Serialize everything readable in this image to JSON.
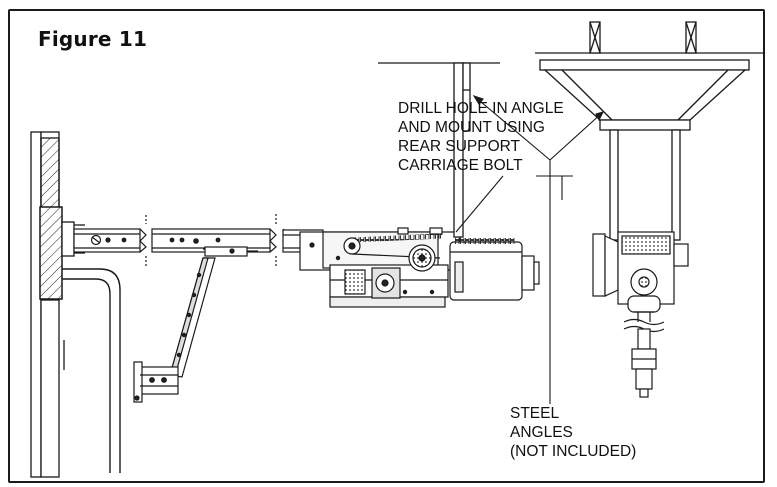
{
  "figure": {
    "title": "Figure 11"
  },
  "callouts": {
    "drill_hole": "DRILL HOLE IN ANGLE\nAND MOUNT USING\nREAR SUPPORT\nCARRIAGE BOLT",
    "steel_angles": "STEEL\nANGLES\n(NOT INCLUDED)"
  }
}
